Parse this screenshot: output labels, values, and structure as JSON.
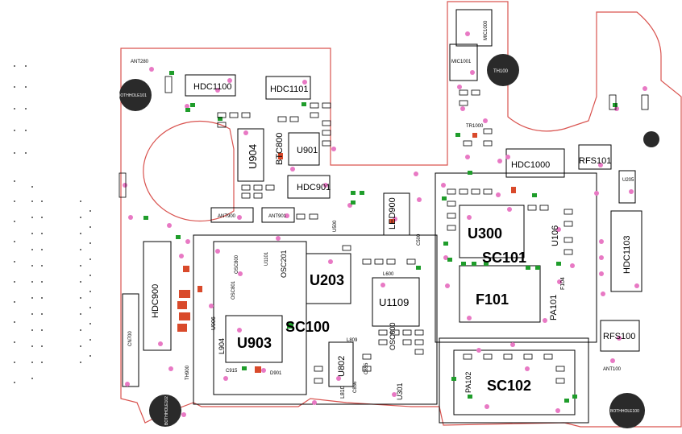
{
  "colors": {
    "outline": "#d9534f",
    "line": "#000000",
    "pad_pink": "#e879c4",
    "pad_green": "#1f9d2b",
    "pad_red": "#d94a2b",
    "hole": "#2a2a2a"
  },
  "labels": {
    "hdc1100": "HDC1100",
    "hdc1101": "HDC1101",
    "hdc1000": "HDC1000",
    "hdc901": "HDC901",
    "hdc900": "HDC900",
    "hdc1103": "HDC1103",
    "u300": "U300",
    "sc101": "SC101",
    "f101": "F101",
    "u106": "U106",
    "pa101": "PA101",
    "u203": "U203",
    "u1109": "U1109",
    "u903": "U903",
    "sc100": "SC100",
    "sc102": "SC102",
    "u802": "U802",
    "u301": "U301",
    "u904": "U904",
    "u901": "U901",
    "btc800": "BTC800",
    "led900": "LED900",
    "osc201": "OSC201",
    "osc600": "OSC600",
    "pa102": "PA102",
    "u1101": "U1101",
    "ant900": "ANT900",
    "ant901": "ANT901",
    "ant100": "ANT100",
    "rfs101": "RFS101",
    "rfs100": "RFS100",
    "th100": "TH100",
    "mic1000": "MIC1000",
    "mic1001": "MIC1001",
    "tr1000": "TR1000",
    "boothole101": "BOTHHOLE101",
    "boothole102": "BOTHHOLE102",
    "boothole100": "BOTHHOLE100",
    "l904": "L904",
    "l810": "L810",
    "u906": "U906",
    "cn700": "CN700",
    "f104": "F104",
    "u205": "U205",
    "d901": "D901",
    "c915": "C915",
    "c856": "C856",
    "c855": "C855",
    "l809": "L809",
    "l600": "L600",
    "th900": "TH900",
    "ant280": "ANT280",
    "u500": "U500",
    "c500": "C500",
    "osc801": "OSC801",
    "osc800": "OSC800"
  }
}
